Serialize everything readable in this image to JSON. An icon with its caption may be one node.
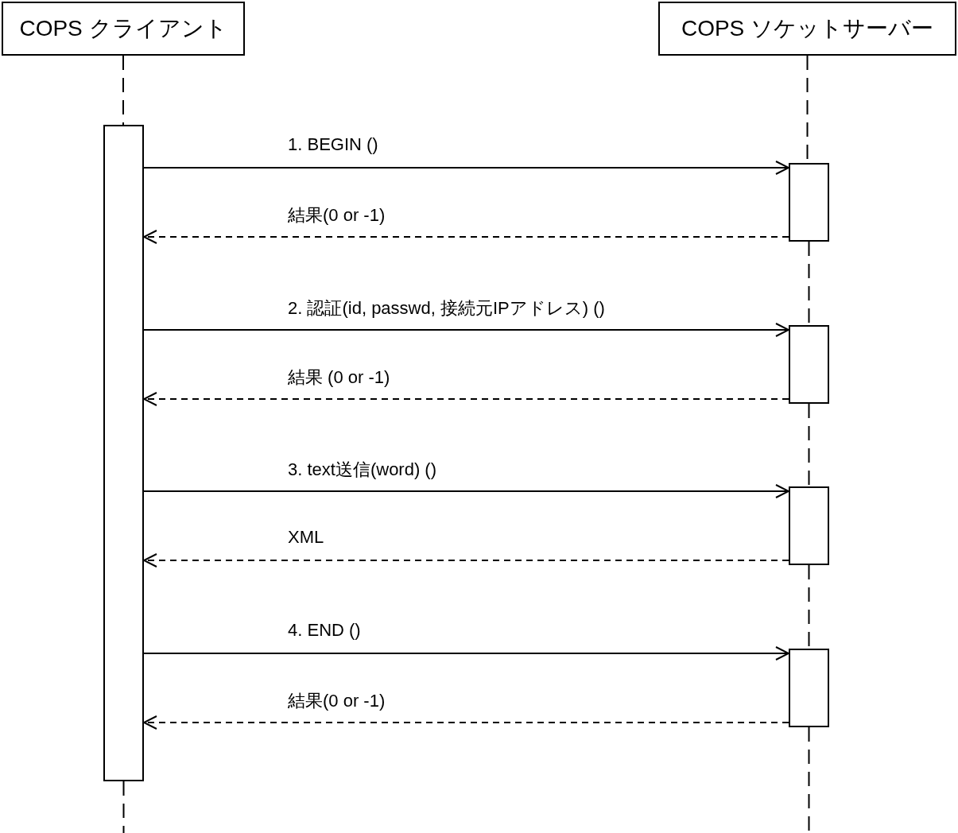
{
  "diagram": {
    "nodes": [
      {
        "text": [
          "COPS クライアント"
        ]
      },
      {
        "text": [
          "COPS ソケットサーバー"
        ]
      },
      {
        "text": [],
        "shape": "bar"
      },
      {
        "text": [],
        "shape": "bar"
      },
      {
        "text": [],
        "shape": "bar"
      },
      {
        "text": [],
        "shape": "bar"
      },
      {
        "text": [],
        "shape": "bar"
      }
    ],
    "edges": [
      {
        "from": 0,
        "to": 2,
        "arrow": "none",
        "style": "dashed"
      },
      {
        "from": 2,
        "to": null,
        "arrow": "none",
        "style": "dashed"
      },
      {
        "from": 1,
        "to": 3,
        "arrow": "none",
        "style": "dashed"
      },
      {
        "from": 3,
        "to": 4,
        "arrow": "none",
        "style": "dashed"
      },
      {
        "from": 4,
        "to": 5,
        "arrow": "none",
        "style": "dashed"
      },
      {
        "from": 5,
        "to": 6,
        "arrow": "none",
        "style": "dashed"
      },
      {
        "from": 6,
        "to": null,
        "arrow": "none",
        "style": "dashed"
      },
      {
        "from": 2,
        "to": 3,
        "arrow": "to",
        "label": "1. BEGIN ()"
      },
      {
        "from": 3,
        "to": 2,
        "arrow": "to",
        "style": "dashed",
        "label": "結果(0 or -1)"
      },
      {
        "from": 2,
        "to": 4,
        "arrow": "to",
        "label": "2. 認証(id, passwd, 接続元IPアドレス) ()"
      },
      {
        "from": 4,
        "to": 2,
        "arrow": "to",
        "style": "dashed",
        "label": "結果 (0 or -1)"
      },
      {
        "from": 2,
        "to": 5,
        "arrow": "to",
        "label": "3. text送信(word) ()"
      },
      {
        "from": 5,
        "to": 2,
        "arrow": "to",
        "style": "dashed",
        "label": "XML"
      },
      {
        "from": 2,
        "to": 6,
        "arrow": "to",
        "label": "4. END ()"
      },
      {
        "from": 6,
        "to": 2,
        "arrow": "to",
        "style": "dashed",
        "label": "結果(0 or -1)"
      }
    ]
  }
}
